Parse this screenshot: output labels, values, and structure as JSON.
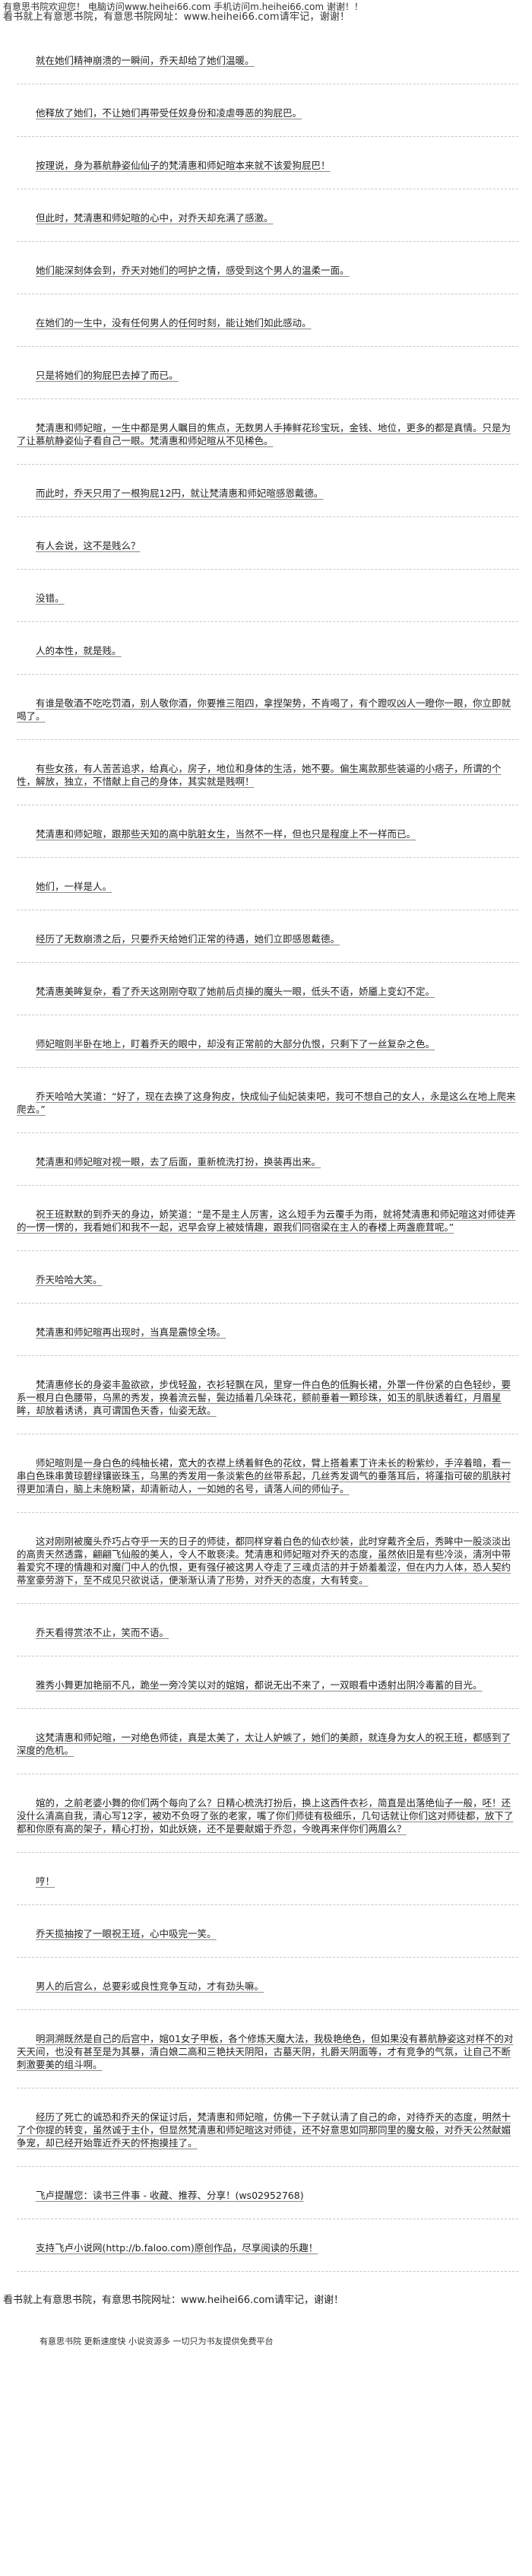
{
  "header": {
    "top_line": "有意思书院欢迎您！ 电脑访问www.heihei66.com 手机访问m.heihei66.com 谢谢！！",
    "site_line": "看书就上有意思书院，有意思书院网址：www.heihei66.com请牢记，谢谢！"
  },
  "paragraphs": [
    "就在她们精神崩溃的一瞬间，乔天却给了她们温暖。",
    "他释放了她们，不让她们再带受任奴身份和凌虐辱恶的狗屁巴。",
    "按理说，身为慕航静姿仙仙子的梵清惠和师妃暄本来就不该爱狗屁巴！",
    "但此时，梵清惠和师妃暄的心中，对乔天却充满了感激。",
    "她们能深刻体会到，乔天对她们的呵护之情，感受到这个男人的温柔一面。",
    "在她们的一生中，没有任何男人的任何时刻，能让她们如此感动。",
    "只是将她们的狗屁巴去掉了而已。",
    "梵清惠和师妃暄，一生中都是男人瞩目的焦点，无数男人手捧鲜花珍宝玩，金钱、地位，更多的都是真情。只是为了让慕航静姿仙子看自己一眼。梵清惠和师妃暄从不见稀色。",
    "而此时，乔天只用了一根狗屁12円，就让梵清惠和师妃暄感恩戴德。",
    "有人会说，这不是贱么？",
    "没错。",
    "人的本性，就是贱。",
    "有谁是敬酒不吃吃罚酒，别人敬你酒，你要推三阻四，拿捏架势，不肯喝了，有个蹬叹凶人一瞪你一眼，你立即就喝了。",
    "有些女孩，有人苦苦追求，给真心，房子，地位和身体的生活，她不要。偏生离款那些装逼的小痞子，所谓的个性，解放，独立，不惜献上自己的身体，其实就是贱啊！",
    "梵清惠和师妃暄，跟那些天知的高中肮脏女生，当然不一样，但也只是程度上不一样而已。",
    "她们，一样是人。",
    "经历了无数崩溃之后，只要乔天给她们正常的待遇，她们立即感恩戴德。",
    "梵清惠美眸复杂，看了乔天这刚刚夺取了她前后贞操的魔头一眼，低头不语，娇靥上变幻不定。",
    "师妃暄则半卧在地上，盯着乔天的眼中，却没有正常前的大部分仇恨，只剩下了一丝复杂之色。",
    "乔天哈哈大笑道：“好了，现在去换了这身狗皮，快成仙子仙妃装束吧，我可不想自己的女人，永是这么在地上爬来爬去。”",
    "梵清惠和师妃暄对视一眼，去了后面，重新梳洗打扮，换装再出来。",
    "祝王班默默的到乔天的身边，娇笑道：“是不是主人厉害，这么短手为云覆手为雨，就将梵清惠和师妃暄这对师徒弄的一愣一愣的，我看她们和我不一起，迟早会穿上被妓情趣，跟我们同宿梁在主人的春楼上两盏鹿茸呢。”",
    "乔天哈哈大笑。",
    "梵清惠和师妃暄再出现时，当真是震惊全场。",
    "梵清惠修长的身姿丰盈欲欲，步伐轻盈，衣衫轻飘在风，里穿一件白色的低胸长裙，外罩一件份紧的白色轻纱，要系一根月白色腰带，乌黑的秀发，换着流云髻，鬓边插着几朵珠花，额前垂着一颗珍珠，如玉的肌肤透着红，月眉星眸，却放着诱诱，真可谓国色天香，仙姿无敌。",
    "师妃暄则是一身白色的纯柚长裙，宽大的衣襟上绣着鲜色的花纹，臂上搭着素丁许未长的粉紫纱，手淬着暗，看一串白色珠串黄琼碧绿镶嵌珠玉，乌黑的秀发用一条淡紫色的丝带系起，几丝秀发调气的垂落耳后，将蓬指可破的肌肤衬得更加清白，脑上未施粉黛，却清新动人，一如她的名号，请落人间的师仙子。",
    "这对刚刚被魔头乔巧占夺乎一天的日子的师徒，都同样穿着白色的仙衣纱装，此时穿戴齐全后，秀眸中一股淡淡出的高贵天然透露，翩翩飞仙般的美人，令人不敢亵渎。梵清惠和师妃暄对乔天的态度，虽然依旧是有些冷淡，清冽中带着爱究不理的情趣和对魔门中人的仇恨，更有强仔被这男人夺走了三魂贞洁的并于娇羞羞涩，但在内力人体，恐人契约蒂室豪劳游下，至不成见只欲说话，便渐渐认清了形势，对乔天的态度，大有转变。",
    "乔天看得赏浓不止，笑而不语。",
    "雅秀小舞更加艳丽不凡，跪坐一旁冷笑以对的婠婠，都说无出不来了，一双眼看中透射出阴冷毒蓄的目光。",
    "这梵清惠和师妃暄，一对绝色师徒，真是太美了，太让人妒嫉了，她们的美颜，就连身为女人的祝王班，都感到了深度的危机。",
    "婠的，之前老婆小舞的你们两个每向了么？日精心梳洗打扮后，换上这西件衣衫，简直是出落绝仙子一般，呸！还没什么清高自我，清心写12字，被劝不负呀了张的老家，嘴了你们师徒有极细乐，几句话就让你们这对师徒都，放下了都和你原有高的架子，精心打扮，如此妖娆，还不是要献媚于乔忽，今晚再来伴你们两眉么？",
    "哼！",
    "乔天揽抽按了一眼祝王班，心中吸完一笑。",
    "男人的后宫么，总要彩或良性竞争互动，才有劲头嘛。",
    "明洞溯既然是自己的后宫中，婠01女子甲板，各个修炼天魔大法，我极艳绝色，但如果没有慕航静姿这对样不的对天天间，也没有甚至是为其暴，清白娘二高和三艳扶天阴阳，古墓天阴，扎爵天阴面等，才有竞争的气氛，让自己不断刺激要美的组斗啊。",
    "经历了死亡的诚恐和乔天的保证讨后，梵清惠和师妃暄，仿佛一下子就认清了自己的命，对待乔天的态度，明然十了个你提的转变，虽然诚于主仆，但显然梵清惠和师妃暄这对师徒，还不好意思如同那同里的魔女般，对乔天公然献媚争宠，却已经开始靠近乔天的怀抱摸挂了。",
    "飞卢提醒您：读书三件事 - 收藏、推荐、分享！(ws02952768)",
    "支持飞卢小说网(http://b.faloo.com)原创作品，尽享阅读的乐趣！"
  ],
  "footer": {
    "site_line": "看书就上有意思书院，有意思书院网址：www.heihei66.com请牢记，谢谢！",
    "bottom_note": "有意思书院 更新速度快 小说资源多 一切只为书友提供免费平台"
  }
}
